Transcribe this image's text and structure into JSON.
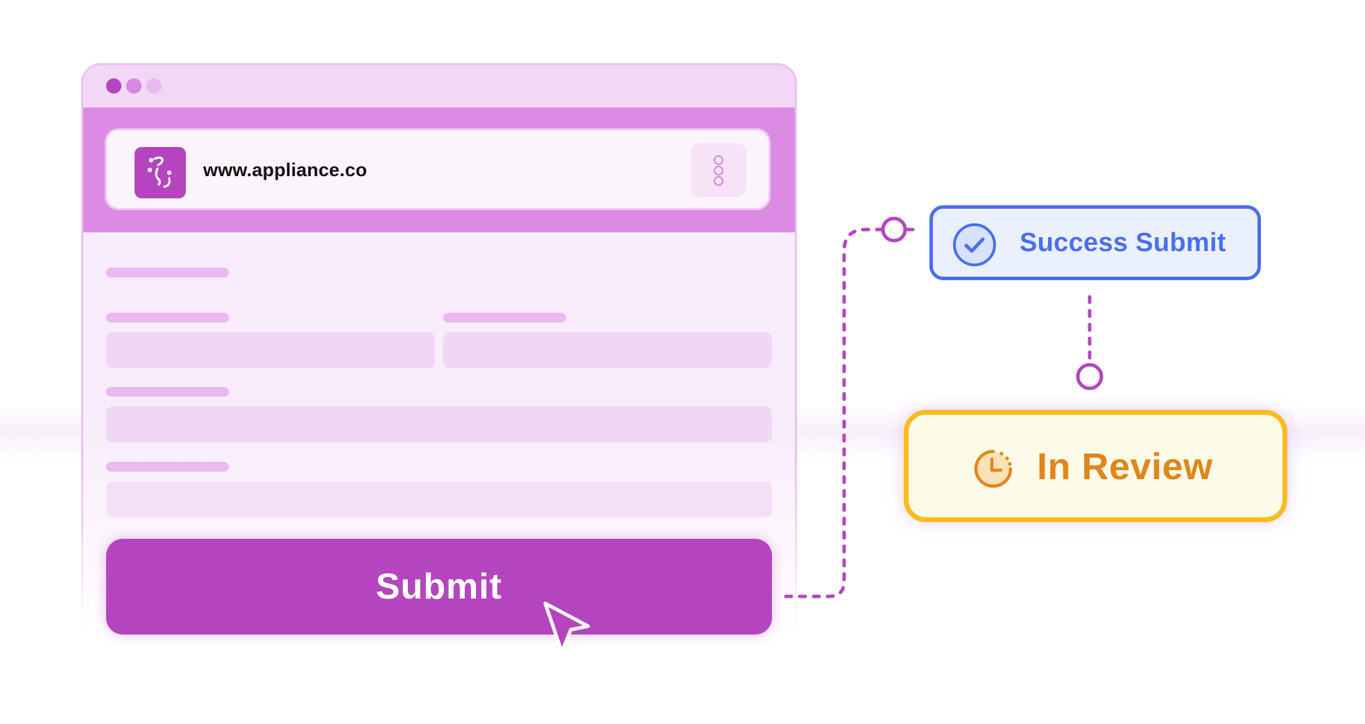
{
  "browser": {
    "url": "www.appliance.co",
    "window_dots": [
      "close-dot",
      "minimize-dot",
      "maximize-dot"
    ],
    "logo_icon": "appliance-logo-icon",
    "menu_icon": "vertical-dots-menu-icon"
  },
  "form": {
    "submit_label": "Submit"
  },
  "status": {
    "success_label": "Success Submit",
    "success_icon": "check-circle-icon",
    "review_label": "In Review",
    "review_icon": "clock-icon"
  },
  "colors": {
    "brand_purple": "#b545bf",
    "header_purple": "#dc8be4",
    "success_blue": "#4a6ef0",
    "review_orange": "#e0861a",
    "review_border": "#fbbb1d"
  }
}
